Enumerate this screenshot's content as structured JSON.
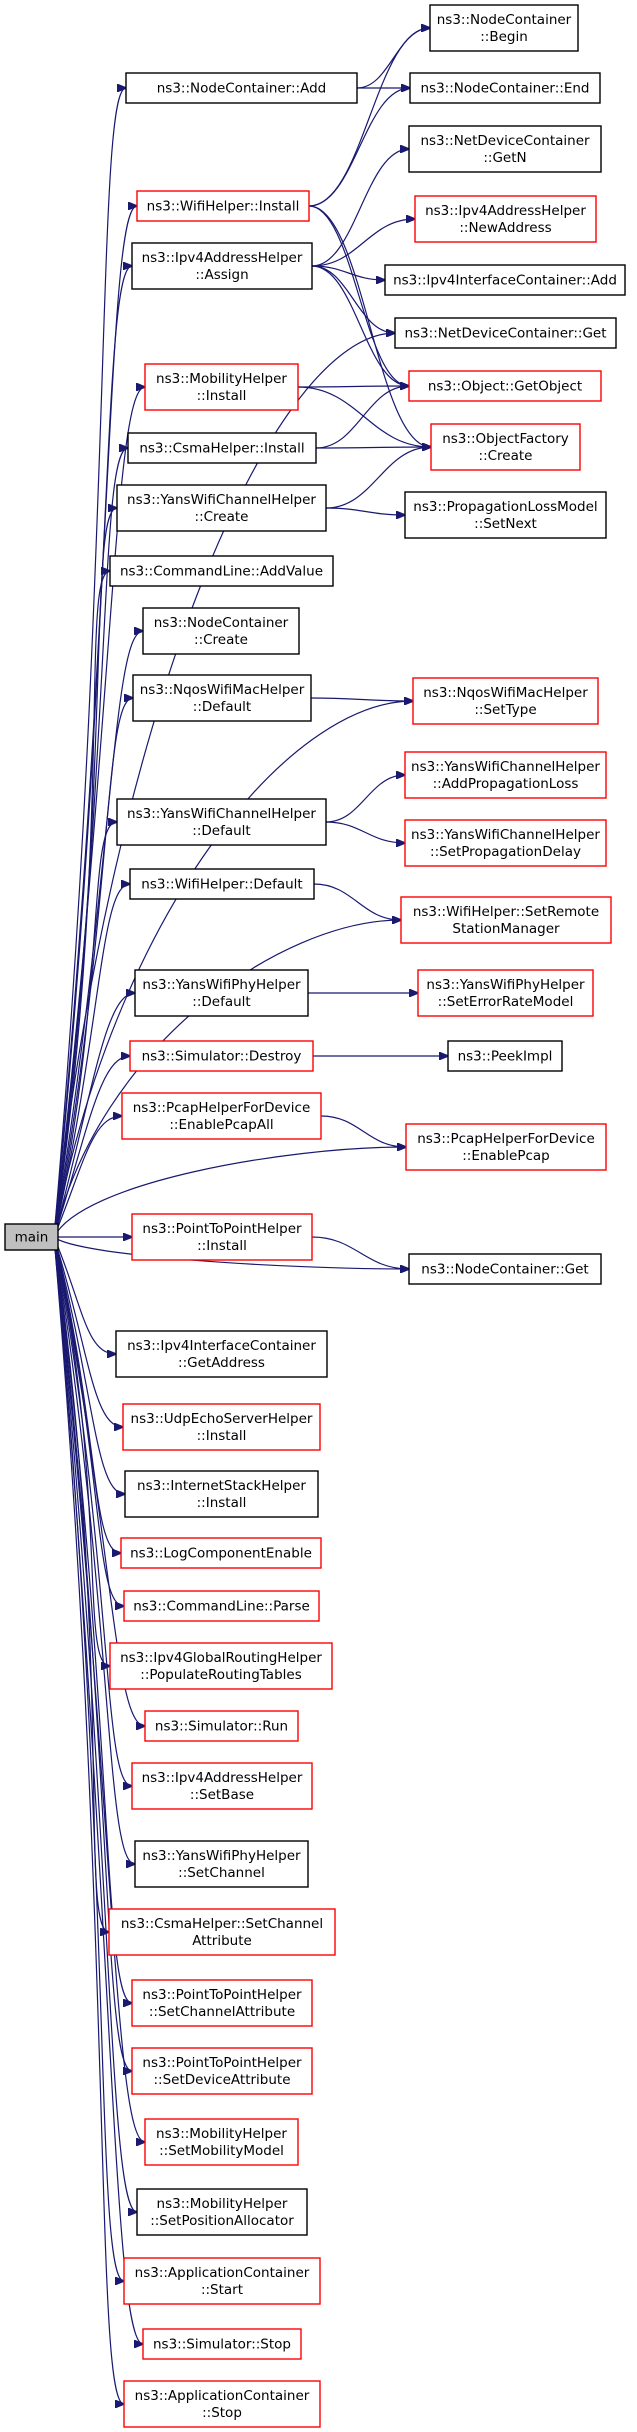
{
  "diagram": {
    "root": {
      "id": "main",
      "label": "main"
    },
    "nodes": [
      {
        "id": "nc_add",
        "lines": [
          "ns3::NodeContainer::Add"
        ],
        "border": "black"
      },
      {
        "id": "nc_begin",
        "lines": [
          "ns3::NodeContainer",
          "::Begin"
        ],
        "border": "black"
      },
      {
        "id": "nc_end",
        "lines": [
          "ns3::NodeContainer::End"
        ],
        "border": "black"
      },
      {
        "id": "wifi_install",
        "lines": [
          "ns3::WifiHelper::Install"
        ],
        "border": "red"
      },
      {
        "id": "ndc_getn",
        "lines": [
          "ns3::NetDeviceContainer",
          "::GetN"
        ],
        "border": "black"
      },
      {
        "id": "ipv4addr_assign",
        "lines": [
          "ns3::Ipv4AddressHelper",
          "::Assign"
        ],
        "border": "black"
      },
      {
        "id": "ipv4addr_newaddr",
        "lines": [
          "ns3::Ipv4AddressHelper",
          "::NewAddress"
        ],
        "border": "red"
      },
      {
        "id": "ipv4ic_add",
        "lines": [
          "ns3::Ipv4InterfaceContainer::Add"
        ],
        "border": "black"
      },
      {
        "id": "ndc_get",
        "lines": [
          "ns3::NetDeviceContainer::Get"
        ],
        "border": "black"
      },
      {
        "id": "mobility_install",
        "lines": [
          "ns3::MobilityHelper",
          "::Install"
        ],
        "border": "red"
      },
      {
        "id": "object_getobject",
        "lines": [
          "ns3::Object::GetObject"
        ],
        "border": "red"
      },
      {
        "id": "csma_install",
        "lines": [
          "ns3::CsmaHelper::Install"
        ],
        "border": "black"
      },
      {
        "id": "objfactory_create",
        "lines": [
          "ns3::ObjectFactory",
          "::Create"
        ],
        "border": "red"
      },
      {
        "id": "yanschan_create",
        "lines": [
          "ns3::YansWifiChannelHelper",
          "::Create"
        ],
        "border": "black"
      },
      {
        "id": "proploss_setnext",
        "lines": [
          "ns3::PropagationLossModel",
          "::SetNext"
        ],
        "border": "black"
      },
      {
        "id": "cmd_addvalue",
        "lines": [
          "ns3::CommandLine::AddValue"
        ],
        "border": "black"
      },
      {
        "id": "nc_create",
        "lines": [
          "ns3::NodeContainer",
          "::Create"
        ],
        "border": "black"
      },
      {
        "id": "nqos_default",
        "lines": [
          "ns3::NqosWifiMacHelper",
          "::Default"
        ],
        "border": "black"
      },
      {
        "id": "nqos_settype",
        "lines": [
          "ns3::NqosWifiMacHelper",
          "::SetType"
        ],
        "border": "red"
      },
      {
        "id": "yanschan_default",
        "lines": [
          "ns3::YansWifiChannelHelper",
          "::Default"
        ],
        "border": "black"
      },
      {
        "id": "yanschan_addprop",
        "lines": [
          "ns3::YansWifiChannelHelper",
          "::AddPropagationLoss"
        ],
        "border": "red"
      },
      {
        "id": "yanschan_setprop",
        "lines": [
          "ns3::YansWifiChannelHelper",
          "::SetPropagationDelay"
        ],
        "border": "red"
      },
      {
        "id": "wifi_default",
        "lines": [
          "ns3::WifiHelper::Default"
        ],
        "border": "black"
      },
      {
        "id": "wifi_setremote",
        "lines": [
          "ns3::WifiHelper::SetRemote",
          "StationManager"
        ],
        "border": "red"
      },
      {
        "id": "yansphy_default",
        "lines": [
          "ns3::YansWifiPhyHelper",
          "::Default"
        ],
        "border": "black"
      },
      {
        "id": "yansphy_seterror",
        "lines": [
          "ns3::YansWifiPhyHelper",
          "::SetErrorRateModel"
        ],
        "border": "red"
      },
      {
        "id": "sim_destroy",
        "lines": [
          "ns3::Simulator::Destroy"
        ],
        "border": "red"
      },
      {
        "id": "peekimpl",
        "lines": [
          "ns3::PeekImpl"
        ],
        "border": "black"
      },
      {
        "id": "pcap_enableall",
        "lines": [
          "ns3::PcapHelperForDevice",
          "::EnablePcapAll"
        ],
        "border": "red"
      },
      {
        "id": "pcap_enable",
        "lines": [
          "ns3::PcapHelperForDevice",
          "::EnablePcap"
        ],
        "border": "red"
      },
      {
        "id": "p2p_install",
        "lines": [
          "ns3::PointToPointHelper",
          "::Install"
        ],
        "border": "red"
      },
      {
        "id": "nc_get",
        "lines": [
          "ns3::NodeContainer::Get"
        ],
        "border": "black"
      },
      {
        "id": "ipv4ic_getaddr",
        "lines": [
          "ns3::Ipv4InterfaceContainer",
          "::GetAddress"
        ],
        "border": "black"
      },
      {
        "id": "udpecho_install",
        "lines": [
          "ns3::UdpEchoServerHelper",
          "::Install"
        ],
        "border": "red"
      },
      {
        "id": "inetstack_install",
        "lines": [
          "ns3::InternetStackHelper",
          "::Install"
        ],
        "border": "black"
      },
      {
        "id": "logcomp_enable",
        "lines": [
          "ns3::LogComponentEnable"
        ],
        "border": "red"
      },
      {
        "id": "cmd_parse",
        "lines": [
          "ns3::CommandLine::Parse"
        ],
        "border": "red"
      },
      {
        "id": "ipv4global_populate",
        "lines": [
          "ns3::Ipv4GlobalRoutingHelper",
          "::PopulateRoutingTables"
        ],
        "border": "red"
      },
      {
        "id": "sim_run",
        "lines": [
          "ns3::Simulator::Run"
        ],
        "border": "red"
      },
      {
        "id": "ipv4addr_setbase",
        "lines": [
          "ns3::Ipv4AddressHelper",
          "::SetBase"
        ],
        "border": "red"
      },
      {
        "id": "yansphy_setchannel",
        "lines": [
          "ns3::YansWifiPhyHelper",
          "::SetChannel"
        ],
        "border": "black"
      },
      {
        "id": "csma_setchanattr",
        "lines": [
          "ns3::CsmaHelper::SetChannel",
          "Attribute"
        ],
        "border": "red"
      },
      {
        "id": "p2p_setchanattr",
        "lines": [
          "ns3::PointToPointHelper",
          "::SetChannelAttribute"
        ],
        "border": "red"
      },
      {
        "id": "p2p_setdevattr",
        "lines": [
          "ns3::PointToPointHelper",
          "::SetDeviceAttribute"
        ],
        "border": "red"
      },
      {
        "id": "mobility_setmodel",
        "lines": [
          "ns3::MobilityHelper",
          "::SetMobilityModel"
        ],
        "border": "red"
      },
      {
        "id": "mobility_setpos",
        "lines": [
          "ns3::MobilityHelper",
          "::SetPositionAllocator"
        ],
        "border": "black"
      },
      {
        "id": "app_start",
        "lines": [
          "ns3::ApplicationContainer",
          "::Start"
        ],
        "border": "red"
      },
      {
        "id": "sim_stop",
        "lines": [
          "ns3::Simulator::Stop"
        ],
        "border": "red"
      },
      {
        "id": "app_stop",
        "lines": [
          "ns3::ApplicationContainer",
          "::Stop"
        ],
        "border": "red"
      }
    ],
    "edges": [
      [
        "main",
        "nc_add"
      ],
      [
        "main",
        "wifi_install"
      ],
      [
        "main",
        "ipv4addr_assign"
      ],
      [
        "main",
        "ndc_get"
      ],
      [
        "main",
        "mobility_install"
      ],
      [
        "main",
        "csma_install"
      ],
      [
        "main",
        "yanschan_create"
      ],
      [
        "main",
        "cmd_addvalue"
      ],
      [
        "main",
        "nc_create"
      ],
      [
        "main",
        "nqos_default"
      ],
      [
        "main",
        "nqos_settype"
      ],
      [
        "main",
        "yanschan_default"
      ],
      [
        "main",
        "wifi_default"
      ],
      [
        "main",
        "wifi_setremote"
      ],
      [
        "main",
        "yansphy_default"
      ],
      [
        "main",
        "sim_destroy"
      ],
      [
        "main",
        "pcap_enableall"
      ],
      [
        "main",
        "pcap_enable"
      ],
      [
        "main",
        "p2p_install"
      ],
      [
        "main",
        "nc_get"
      ],
      [
        "main",
        "ipv4ic_getaddr"
      ],
      [
        "main",
        "udpecho_install"
      ],
      [
        "main",
        "inetstack_install"
      ],
      [
        "main",
        "logcomp_enable"
      ],
      [
        "main",
        "cmd_parse"
      ],
      [
        "main",
        "ipv4global_populate"
      ],
      [
        "main",
        "sim_run"
      ],
      [
        "main",
        "ipv4addr_setbase"
      ],
      [
        "main",
        "yansphy_setchannel"
      ],
      [
        "main",
        "csma_setchanattr"
      ],
      [
        "main",
        "p2p_setchanattr"
      ],
      [
        "main",
        "p2p_setdevattr"
      ],
      [
        "main",
        "mobility_setmodel"
      ],
      [
        "main",
        "mobility_setpos"
      ],
      [
        "main",
        "app_start"
      ],
      [
        "main",
        "sim_stop"
      ],
      [
        "main",
        "app_stop"
      ],
      [
        "nc_add",
        "nc_begin"
      ],
      [
        "nc_add",
        "nc_end"
      ],
      [
        "wifi_install",
        "nc_begin"
      ],
      [
        "wifi_install",
        "nc_end"
      ],
      [
        "wifi_install",
        "object_getobject"
      ],
      [
        "wifi_install",
        "objfactory_create"
      ],
      [
        "ipv4addr_assign",
        "ndc_getn"
      ],
      [
        "ipv4addr_assign",
        "ipv4addr_newaddr"
      ],
      [
        "ipv4addr_assign",
        "ipv4ic_add"
      ],
      [
        "ipv4addr_assign",
        "ndc_get"
      ],
      [
        "ipv4addr_assign",
        "object_getobject"
      ],
      [
        "mobility_install",
        "object_getobject"
      ],
      [
        "mobility_install",
        "objfactory_create"
      ],
      [
        "csma_install",
        "object_getobject"
      ],
      [
        "csma_install",
        "objfactory_create"
      ],
      [
        "yanschan_create",
        "objfactory_create"
      ],
      [
        "yanschan_create",
        "proploss_setnext"
      ],
      [
        "nqos_default",
        "nqos_settype"
      ],
      [
        "yanschan_default",
        "yanschan_addprop"
      ],
      [
        "yanschan_default",
        "yanschan_setprop"
      ],
      [
        "wifi_default",
        "wifi_setremote"
      ],
      [
        "yansphy_default",
        "yansphy_seterror"
      ],
      [
        "sim_destroy",
        "peekimpl"
      ],
      [
        "pcap_enableall",
        "pcap_enable"
      ],
      [
        "p2p_install",
        "nc_get"
      ]
    ]
  }
}
